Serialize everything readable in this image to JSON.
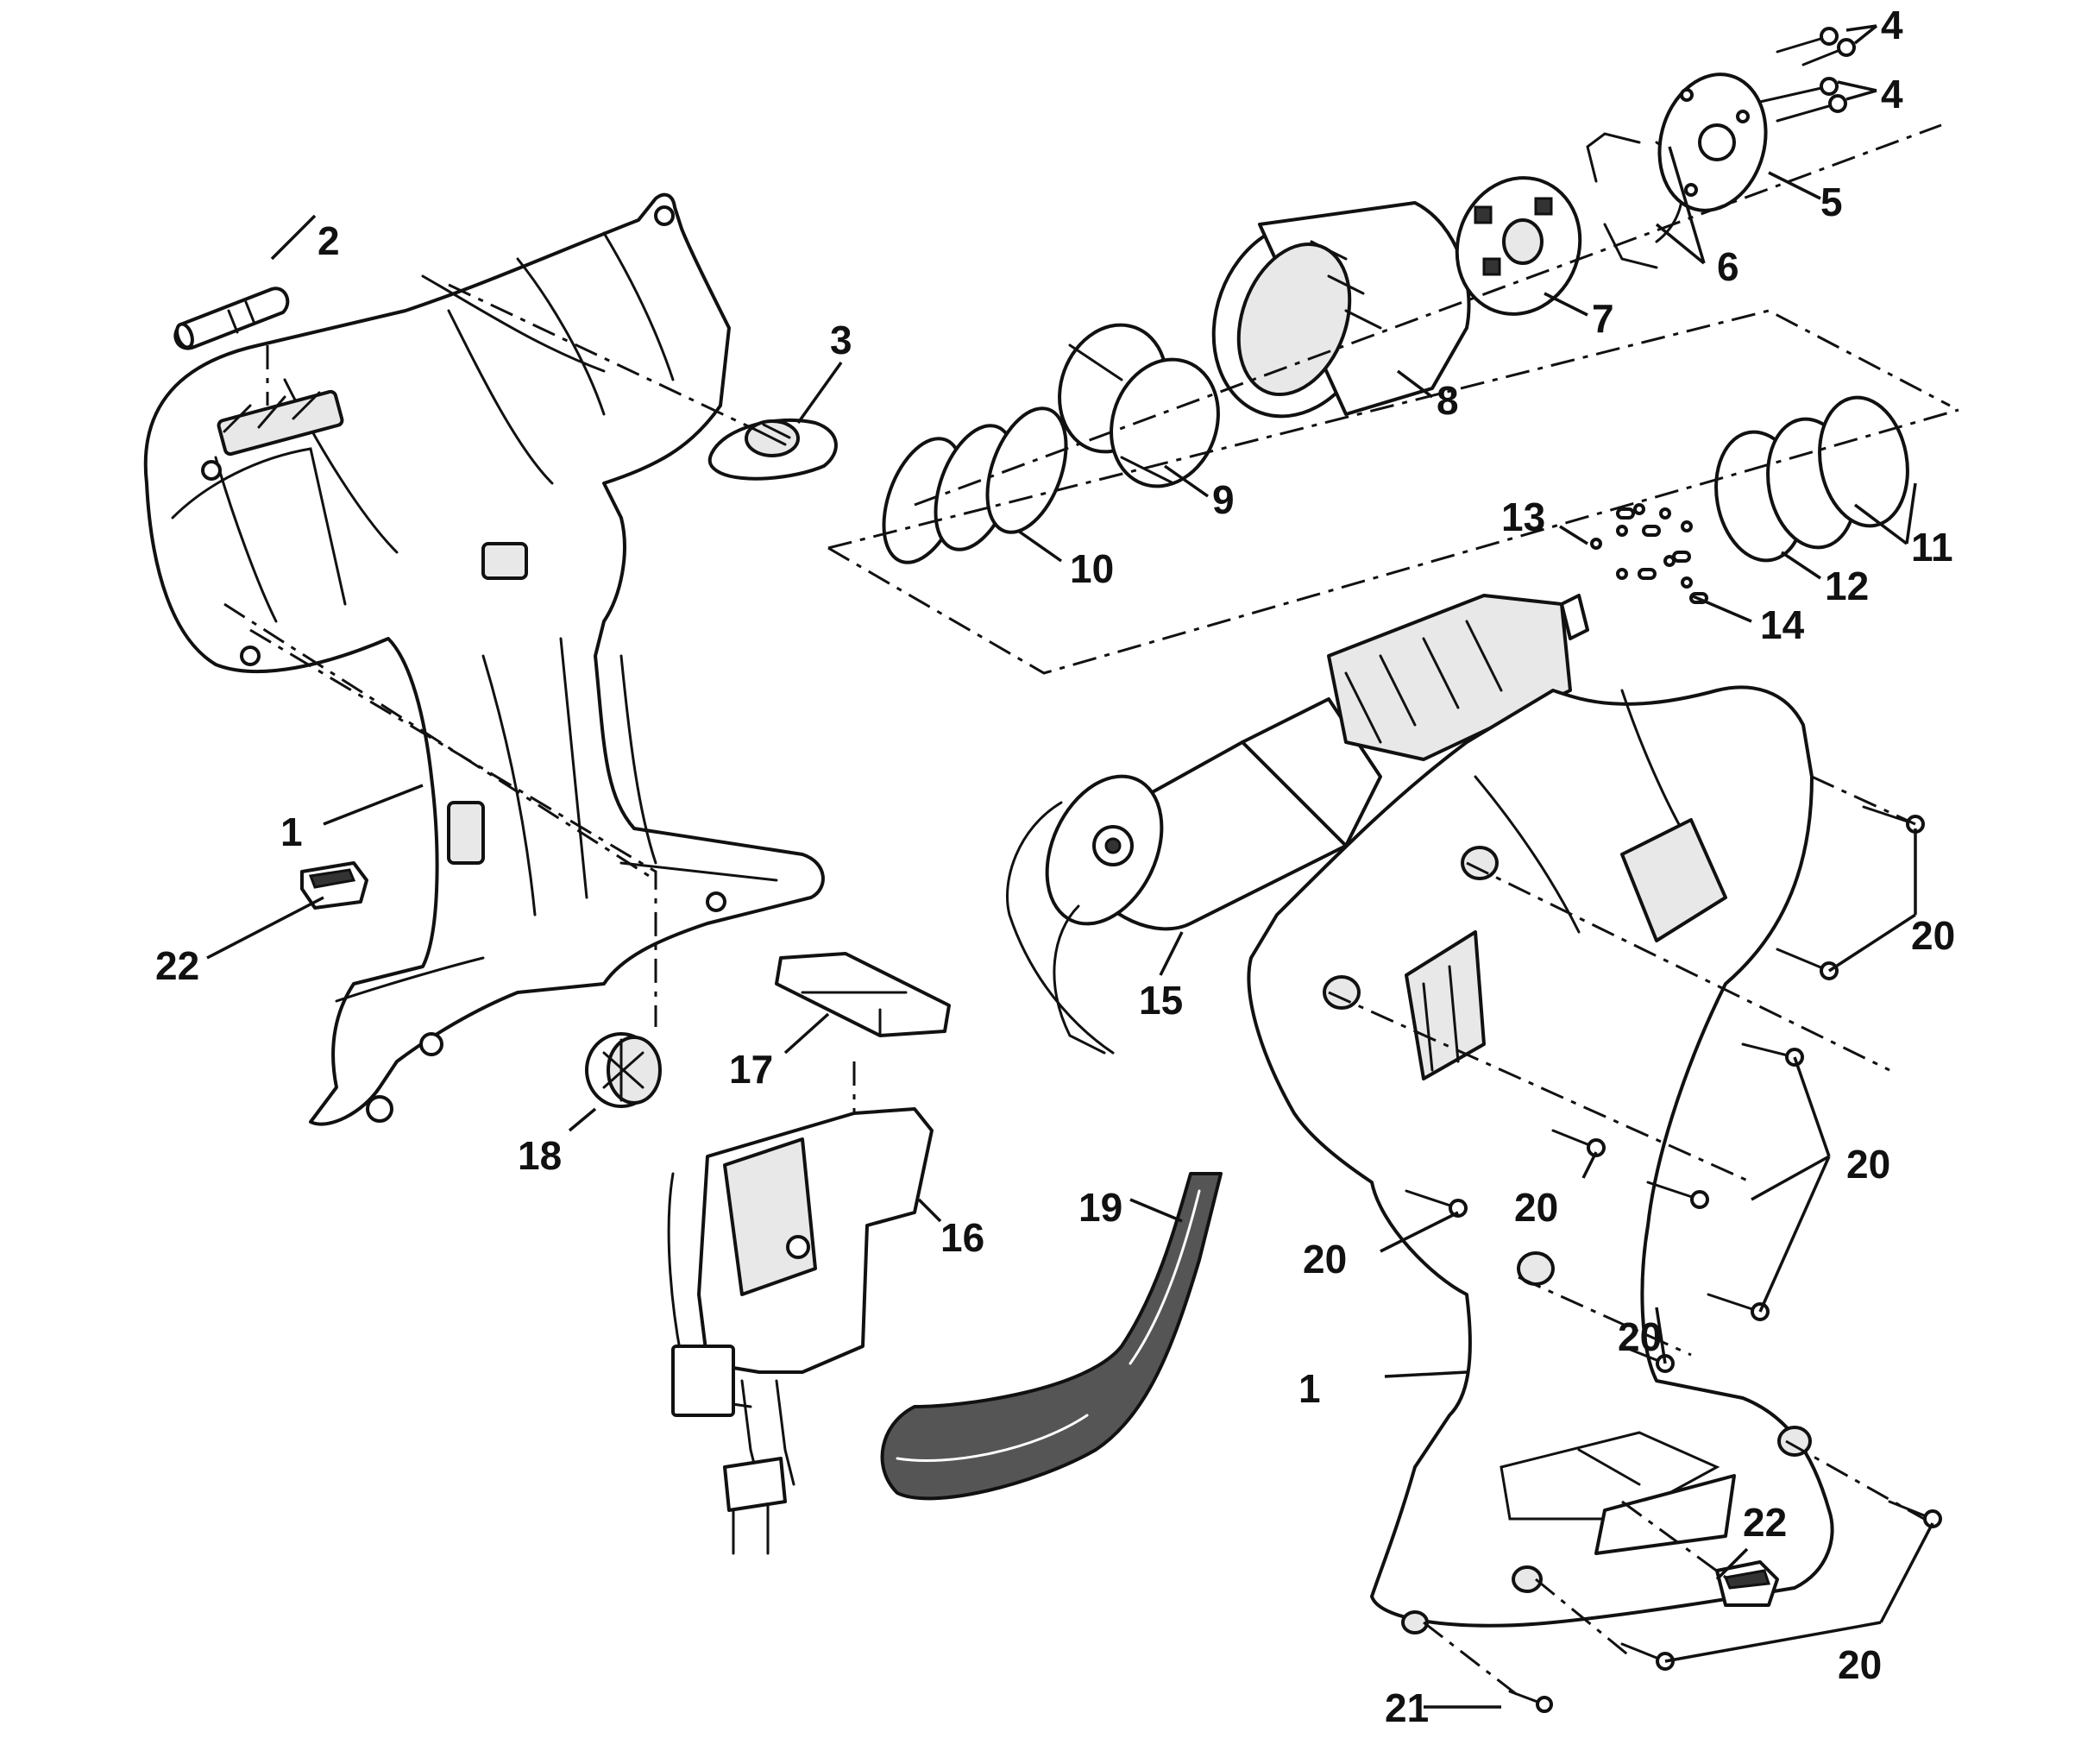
{
  "diagram": {
    "kind": "exploded parts diagram",
    "subject": "cordless drill/driver",
    "callouts": [
      {
        "id": "c1a",
        "text": "1"
      },
      {
        "id": "c1b",
        "text": "1"
      },
      {
        "id": "c2",
        "text": "2"
      },
      {
        "id": "c3",
        "text": "3"
      },
      {
        "id": "c4a",
        "text": "4"
      },
      {
        "id": "c4b",
        "text": "4"
      },
      {
        "id": "c5",
        "text": "5"
      },
      {
        "id": "c6",
        "text": "6"
      },
      {
        "id": "c7",
        "text": "7"
      },
      {
        "id": "c8",
        "text": "8"
      },
      {
        "id": "c9",
        "text": "9"
      },
      {
        "id": "c10",
        "text": "10"
      },
      {
        "id": "c11",
        "text": "11"
      },
      {
        "id": "c12",
        "text": "12"
      },
      {
        "id": "c13",
        "text": "13"
      },
      {
        "id": "c14",
        "text": "14"
      },
      {
        "id": "c15",
        "text": "15"
      },
      {
        "id": "c16",
        "text": "16"
      },
      {
        "id": "c17",
        "text": "17"
      },
      {
        "id": "c18",
        "text": "18"
      },
      {
        "id": "c19",
        "text": "19"
      },
      {
        "id": "c20a",
        "text": "20"
      },
      {
        "id": "c20b",
        "text": "20"
      },
      {
        "id": "c20c",
        "text": "20"
      },
      {
        "id": "c20d",
        "text": "20"
      },
      {
        "id": "c20e",
        "text": "20"
      },
      {
        "id": "c20f",
        "text": "20"
      },
      {
        "id": "c21",
        "text": "21"
      },
      {
        "id": "c22a",
        "text": "22"
      },
      {
        "id": "c22b",
        "text": "22"
      }
    ]
  }
}
